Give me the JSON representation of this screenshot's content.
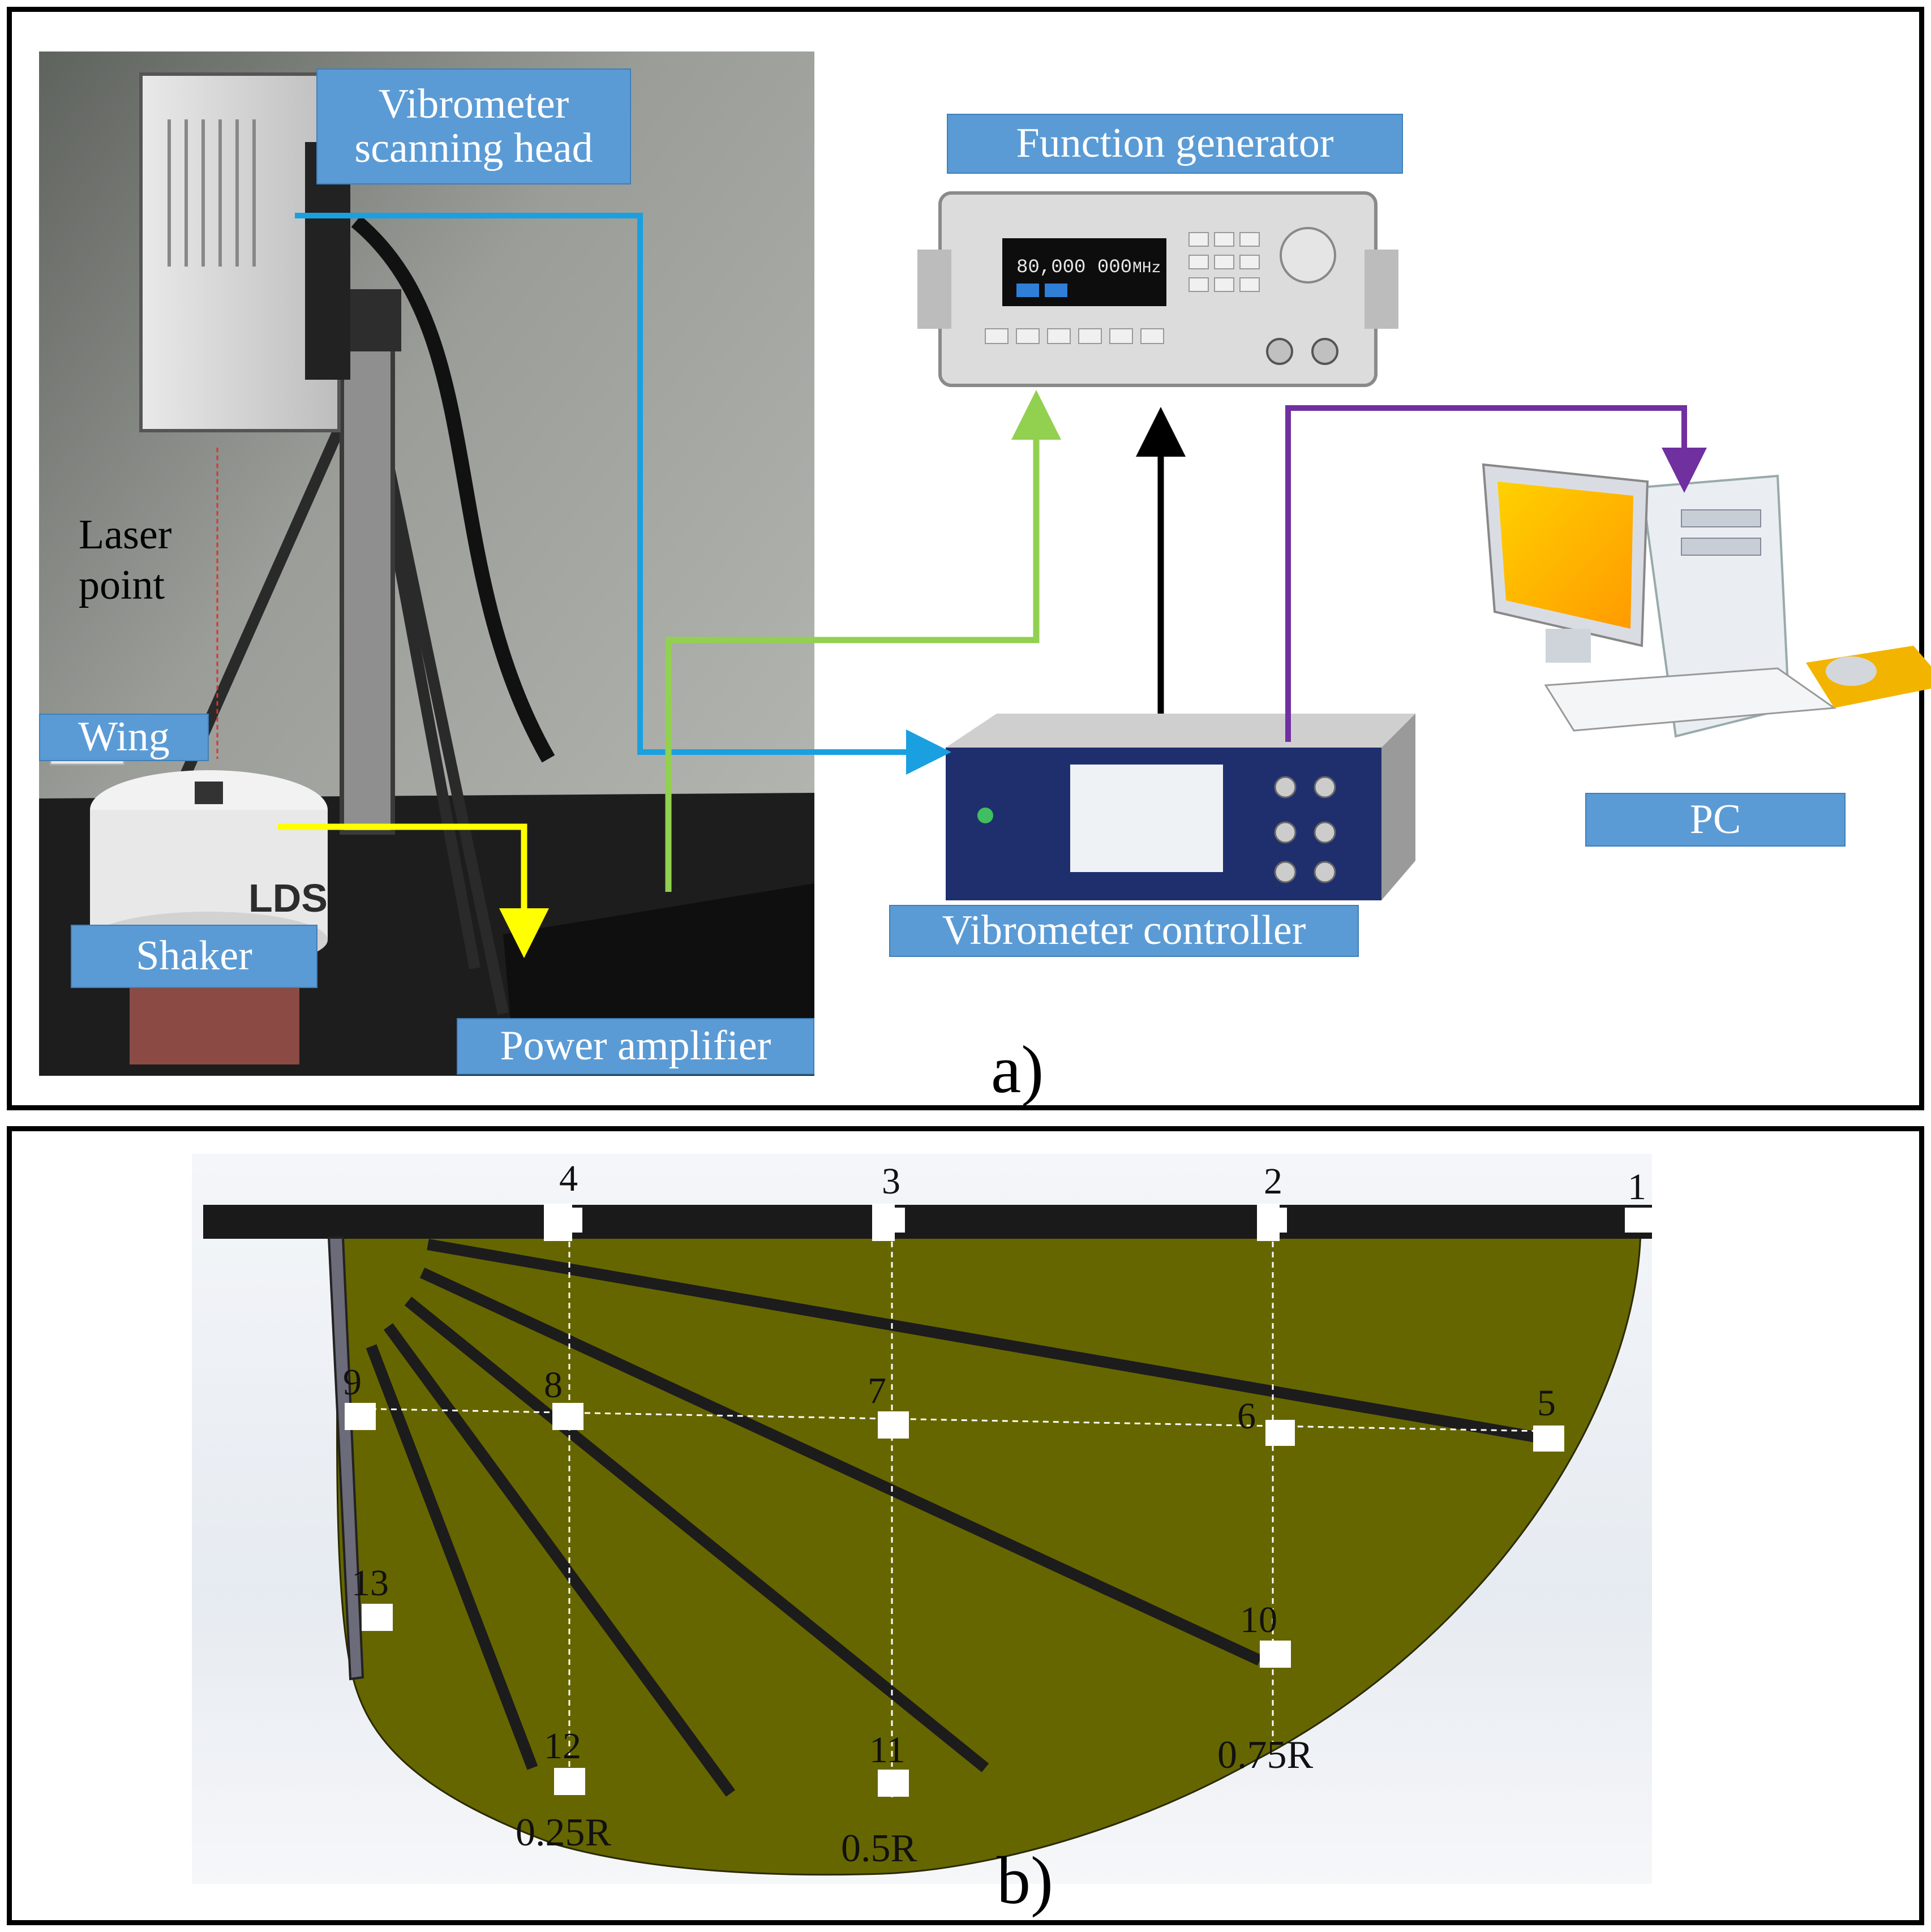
{
  "panel_a": {
    "letter": "a)",
    "labels": {
      "vibrometer_head": [
        "Vibrometer",
        "scanning head"
      ],
      "function_generator": "Function generator",
      "laser_point": [
        "Laser",
        "point"
      ],
      "wing": "Wing",
      "shaker": "Shaker",
      "power_amplifier": "Power amplifier",
      "vibrometer_controller": "Vibrometer controller",
      "pc": "PC"
    },
    "device_display": {
      "readout": "80,000 000",
      "unit": "MHz",
      "shaker_brand": "LDS"
    },
    "connection_colors": {
      "head_to_controller": "#1aa0e0",
      "amplifier_to_generator": "#92d050",
      "controller_to_generator": "#000000",
      "generator_to_pc": "#7030a0",
      "shaker_to_amplifier": "#ffff00"
    }
  },
  "panel_b": {
    "letter": "b)",
    "wing_color": "#666600",
    "points": [
      "1",
      "2",
      "3",
      "4",
      "5",
      "6",
      "7",
      "8",
      "9",
      "10",
      "11",
      "12",
      "13"
    ],
    "span_labels": [
      "0.25R",
      "0.5R",
      "0.75R"
    ]
  }
}
